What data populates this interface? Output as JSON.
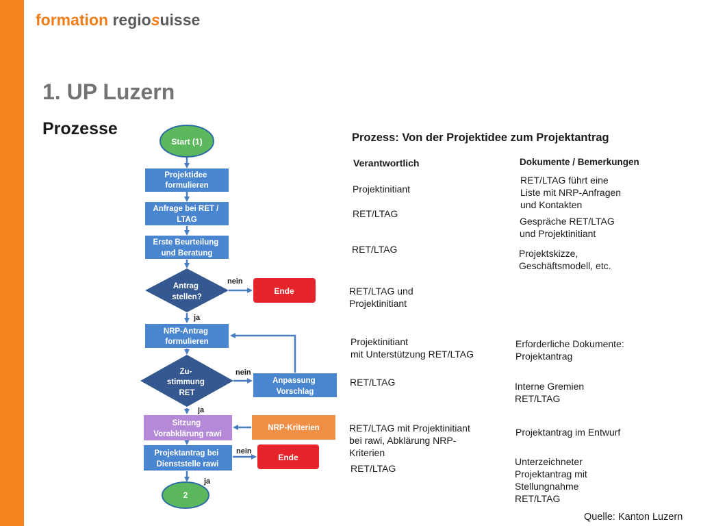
{
  "brand": {
    "part1": "formation",
    "part2a": "regio",
    "part2b": "s",
    "part2c": "uisse"
  },
  "title": "1. UP Luzern",
  "subtitle": "Prozesse",
  "process_header": "Prozess: Von der Projektidee zum Projektantrag",
  "col_responsible": "Verantwortlich",
  "col_documents": "Dokumente / Bemerkungen",
  "flow": {
    "start": "Start (1)",
    "projektidee": [
      "Projektidee",
      "formulieren"
    ],
    "anfrage": [
      "Anfrage bei RET /",
      "LTAG"
    ],
    "beurteilung": [
      "Erste Beurteilung",
      "und Beratung"
    ],
    "antrag_decision": [
      "Antrag",
      "stellen?"
    ],
    "ende": "Ende",
    "nrp_antrag": [
      "NRP-Antrag",
      "formulieren"
    ],
    "zustimmung_decision": [
      "Zu-",
      "stimmung",
      "RET"
    ],
    "anpassung": [
      "Anpassung",
      "Vorschlag"
    ],
    "sitzung": [
      "Sitzung",
      "Vorabklärung rawi"
    ],
    "nrp_kriterien": "NRP-Kriterien",
    "projektantrag": [
      "Projektantrag bei",
      "Dienststelle rawi"
    ],
    "end_circle": "2",
    "label_nein": "nein",
    "label_ja": "ja"
  },
  "responsible": [
    "Projektinitiant",
    "RET/LTAG",
    "RET/LTAG",
    "RET/LTAG und\nProjektinitiant",
    "Projektinitiant\nmit Unterstützung RET/LTAG",
    "RET/LTAG",
    "RET/LTAG mit Projektinitiant\nbei rawi, Abklärung NRP-\nKriterien",
    "RET/LTAG"
  ],
  "documents": [
    "RET/LTAG führt eine\nListe mit NRP-Anfragen\nund Kontakten",
    "Gespräche RET/LTAG\nund Projektinitiant",
    "Projektskizze,\nGeschäftsmodell, etc.",
    "Erforderliche Dokumente:\nProjektantrag",
    "Interne Gremien\nRET/LTAG",
    "Projektantrag im Entwurf",
    "Unterzeichneter\nProjektantrag mit\nStellungnahme\nRET/LTAG"
  ],
  "source": "Quelle: Kanton Luzern",
  "colors": {
    "orange": "#f7831e",
    "blue_box": "#4a86cf",
    "dark_blue": "#34588f",
    "green": "#5cb85c",
    "red": "#e5242b",
    "purple": "#b48ad8",
    "light_orange": "#f08f46",
    "arrow": "#4a7dc0"
  }
}
